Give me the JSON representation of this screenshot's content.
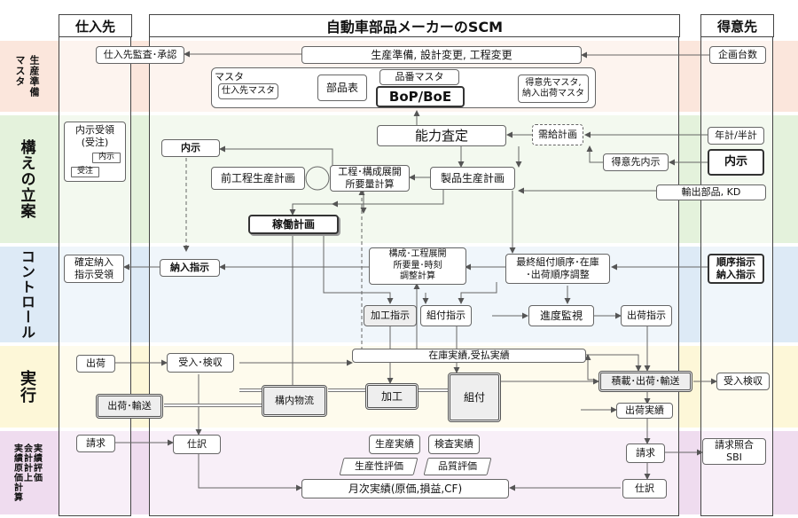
{
  "title": "自動車部品メーカーのSCM",
  "columns": {
    "supplier": "仕入先",
    "customer": "得意先"
  },
  "bands": [
    {
      "key": "prep",
      "label": "生産準備\nマスタ",
      "color": "#fbe6dc"
    },
    {
      "key": "plan",
      "label": "構えの立案",
      "color": "#e4f2dc"
    },
    {
      "key": "control",
      "label": "コントロール",
      "color": "#ddeaf6"
    },
    {
      "key": "exec",
      "label": "実行",
      "color": "#fdf7d8"
    },
    {
      "key": "eval",
      "label": "実績評価\n会計計上\n実績原価計算",
      "color": "#efdcef"
    }
  ],
  "nodes": {
    "supplier_audit": "仕入先監査･承認",
    "prep_changes": "生産準備, 設計変更, 工程変更",
    "plan_units": "企画台数",
    "master_label": "マスタ",
    "supplier_master": "仕入先マスタ",
    "bom_table": "部品表",
    "part_master": "品番マスタ",
    "bop_boe": "BoP/BoE",
    "customer_master": "得意先マスタ,\n納入出荷マスタ",
    "informal_receipt": "内示受領\n(受注)",
    "informal_tag": "内示",
    "order_tag": "受注",
    "informal_plan": "内示",
    "capacity_check": "能力査定",
    "demand_plan": "需給計画",
    "annual_plan": "年計/半計",
    "customer_informal": "得意先内示",
    "customer_naiji": "内示",
    "pre_process_plan": "前工程生産計画",
    "process_expansion": "工程･構成展開\n所要量計算",
    "product_plan": "製品生産計画",
    "export_parts": "輸出部品, KD",
    "operation_plan": "稼働計画",
    "confirmed_receipt": "確定納入\n指示受領",
    "delivery_instruction": "納入指示",
    "process_calc": "構成･工程展開\n所要量･時刻\n調整計算",
    "final_assembly": "最終組付順序･在庫\n･出荷順序調整",
    "sequence_instruction": "順序指示\n納入指示",
    "machining_instruction": "加工指示",
    "assembly_instruction": "組付指示",
    "progress_monitor": "進度監視",
    "shipping_instruction": "出荷指示",
    "supplier_ship": "出荷",
    "receiving_inspection": "受入･検収",
    "inventory_results": "在庫実績,受払実績",
    "ship_transport": "出荷･輸送",
    "internal_logistics": "構内物流",
    "machining": "加工",
    "assembly": "組付",
    "load_ship_transport": "積載･出荷･輸送",
    "customer_inspection": "受入検収",
    "shipping_results": "出荷実績",
    "supplier_invoice": "請求",
    "journal_left": "仕訳",
    "production_results": "生産実績",
    "inspection_results": "検査実績",
    "productivity_eval": "生産性評価",
    "quality_eval": "品質評価",
    "invoice_right": "請求",
    "invoice_match": "請求照合\nSBI",
    "monthly_results": "月次実績(原価,損益,CF)",
    "journal_right": "仕訳"
  }
}
